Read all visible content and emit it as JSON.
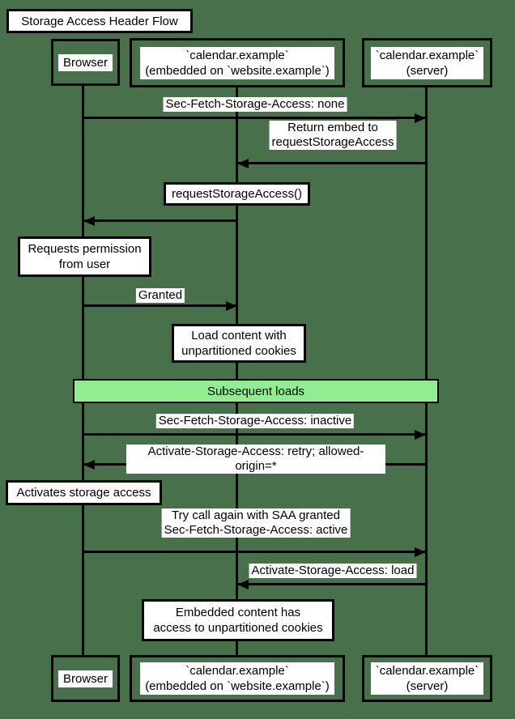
{
  "title": "Storage Access Header Flow",
  "participants": {
    "browser": {
      "label": "Browser"
    },
    "embed": {
      "label": "`calendar.example`\n(embedded on `website.example`)"
    },
    "server": {
      "label": "`calendar.example`\n(server)"
    }
  },
  "messages": [
    {
      "from": "browser",
      "to": "server",
      "text": "Sec-Fetch-Storage-Access: none"
    },
    {
      "from": "server",
      "to": "embed",
      "text": "Return embed to\nrequestStorageAccess"
    },
    {
      "from": "embed",
      "to": "browser",
      "text": ""
    },
    {
      "from": "browser",
      "to": "embed",
      "text": "Granted"
    },
    {
      "from": "browser",
      "to": "server",
      "text": "Sec-Fetch-Storage-Access: inactive"
    },
    {
      "from": "server",
      "to": "browser",
      "text": "Activate-Storage-Access: retry; allowed-origin=*"
    },
    {
      "from": "browser",
      "to": "server",
      "text": "Try call again with SAA granted\nSec-Fetch-Storage-Access: active"
    },
    {
      "from": "server",
      "to": "embed",
      "text": "Activate-Storage-Access: load"
    }
  ],
  "notes": [
    {
      "over": "embed",
      "text": "requestStorageAccess()"
    },
    {
      "over": "browser",
      "text": "Requests permission\nfrom user"
    },
    {
      "over": "embed",
      "text": "Load content with\nunpartitioned cookies"
    },
    {
      "over": "browser",
      "text": "Activates storage access"
    },
    {
      "over": "embed",
      "text": "Embedded content has\naccess to unpartitioned cookies"
    }
  ],
  "divider": {
    "label": "Subsequent loads"
  },
  "colors": {
    "background": "#47704B",
    "divider_fill": "#90EE90",
    "line": "#000000",
    "box_fill": "#FFFFFF",
    "text": "#000000"
  }
}
